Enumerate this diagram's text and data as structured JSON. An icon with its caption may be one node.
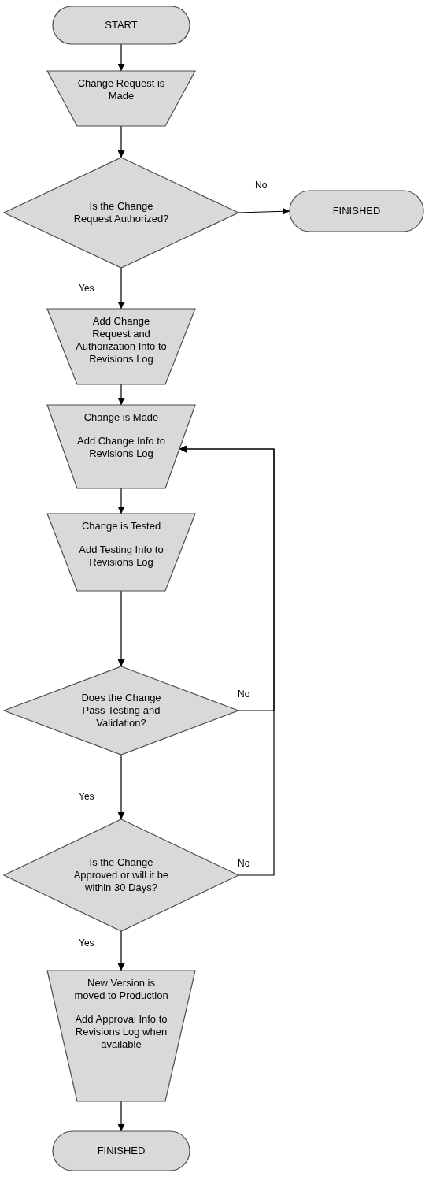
{
  "diagram": {
    "nodes": [
      {
        "text": [
          "START"
        ]
      },
      {
        "text": [
          "Change Request is Made"
        ]
      },
      {
        "text": [
          "Is the Change Request Authorized?"
        ]
      },
      {
        "text": [
          "FINISHED"
        ]
      },
      {
        "text": [
          "Add Change Request and Authorization Info to Revisions Log"
        ]
      },
      {
        "text": [
          "Change is Made",
          "Add Change Info to Revisions Log"
        ]
      },
      {
        "text": [
          "Change is Tested",
          "Add Testing Info to Revisions Log"
        ]
      },
      {
        "text": [
          "Does the Change Pass Testing and Validation?"
        ]
      },
      {
        "text": [
          "Is the Change Approved or will it be within 30 Days?"
        ]
      },
      {
        "text": [
          "New Version is moved to Production",
          "Add Approval Info to Revisions Log when available"
        ]
      },
      {
        "text": [
          "FINISHED"
        ]
      }
    ],
    "edges": [
      {
        "from": 0,
        "to": 1,
        "arrow": "to"
      },
      {
        "from": 1,
        "to": 2,
        "arrow": "to"
      },
      {
        "from": 2,
        "to": 3,
        "arrow": "to",
        "label": "No"
      },
      {
        "from": 2,
        "to": 4,
        "arrow": "to",
        "label": "Yes"
      },
      {
        "from": 4,
        "to": 5,
        "arrow": "to"
      },
      {
        "from": 5,
        "to": 6,
        "arrow": "to"
      },
      {
        "from": 6,
        "to": 7,
        "arrow": "to"
      },
      {
        "from": 7,
        "to": 5,
        "arrow": "to",
        "label": "No"
      },
      {
        "from": 7,
        "to": 8,
        "arrow": "to",
        "label": "Yes"
      },
      {
        "from": 8,
        "to": 5,
        "arrow": "to",
        "label": "No"
      },
      {
        "from": 8,
        "to": 9,
        "arrow": "to",
        "label": "Yes"
      },
      {
        "from": 9,
        "to": 10,
        "arrow": "to"
      }
    ]
  }
}
